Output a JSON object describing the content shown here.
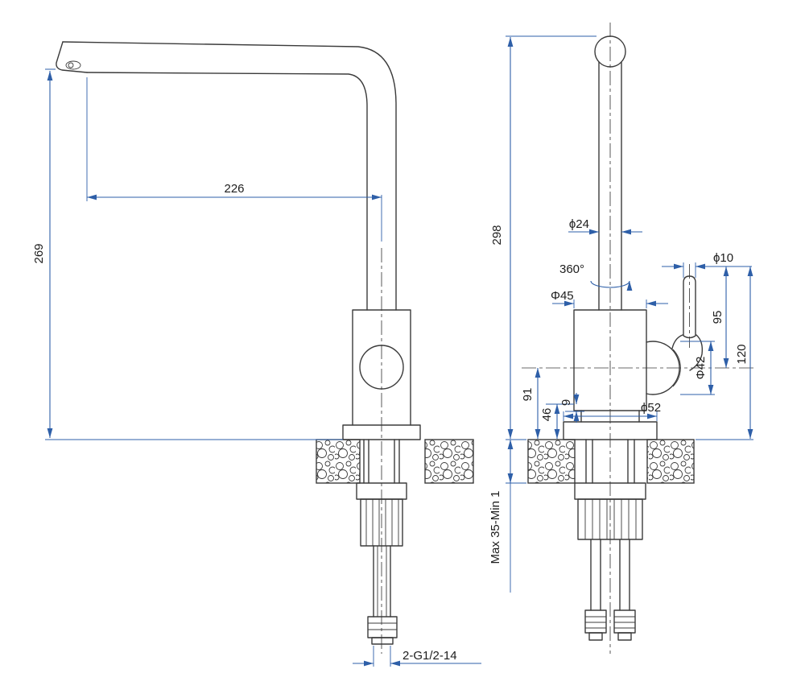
{
  "colors": {
    "outline": "#3b3b3b",
    "dimension": "#2e5fa8",
    "text": "#1d1d1d"
  },
  "drawing": {
    "left_view": {
      "dims": {
        "reach": "226",
        "height": "269",
        "thread": "2-G1/2-14"
      }
    },
    "right_view": {
      "dims": {
        "total_height": "298",
        "pipe_dia": "ϕ24",
        "swivel": "360°",
        "body_dia": "Φ45",
        "lever_dia": "ϕ10",
        "center_height": "91",
        "mid_height": "46",
        "step": "9",
        "lever_to_center": "95",
        "lever_to_deck": "120",
        "handle_dia": "Φ42",
        "flange_dia": "ϕ52",
        "deck_range": "Max 35-Min 1"
      }
    }
  }
}
